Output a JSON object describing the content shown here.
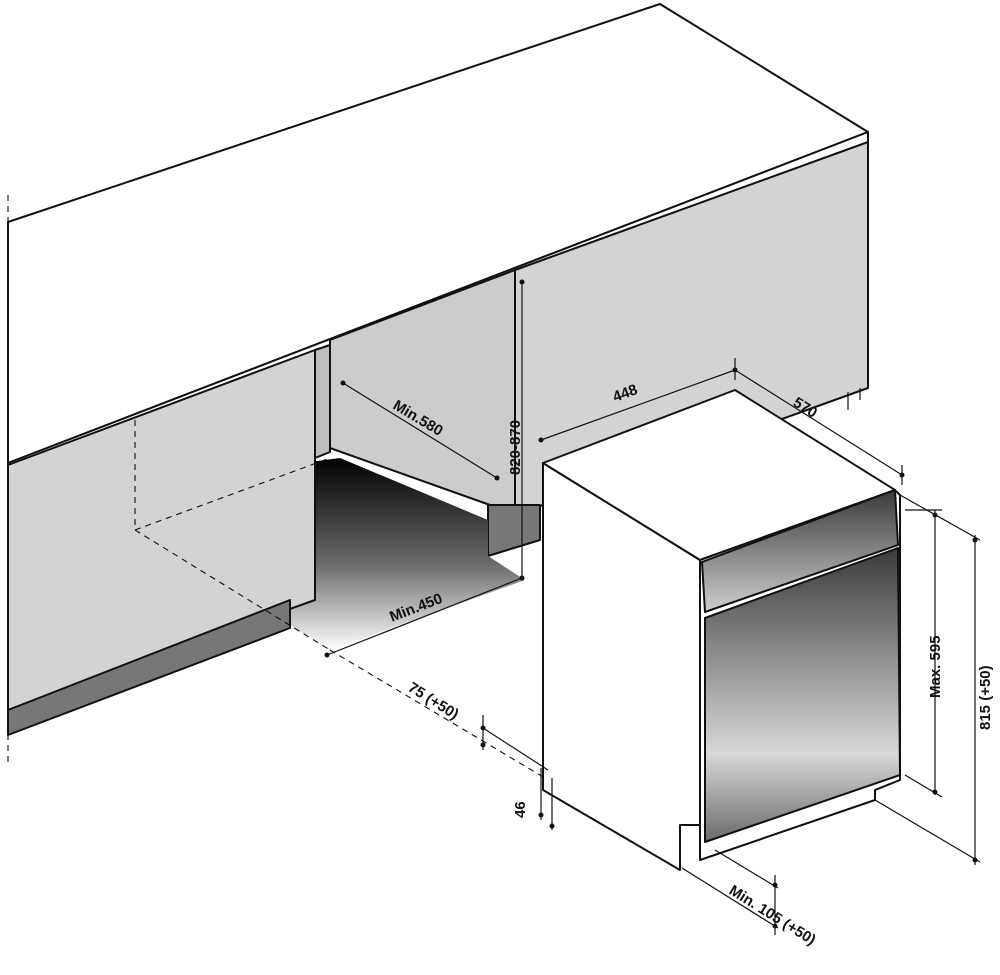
{
  "diagram": {
    "colors": {
      "outline": "#111111",
      "cabinet_front": "#d3d3d3",
      "plinth": "#777777",
      "worktop": "#ffffff",
      "background": "#ffffff"
    },
    "dimensions": {
      "niche_width": "448",
      "niche_depth": "570",
      "panel_depth": "Min.580",
      "niche_height": "820-870",
      "min_width": "Min.450",
      "plinth_offset": "75 (+50)",
      "plinth_height": "46",
      "door_height": "Max. 595",
      "total_height": "815 (+50)",
      "door_clearance": "Min. 105 (+50)"
    }
  }
}
